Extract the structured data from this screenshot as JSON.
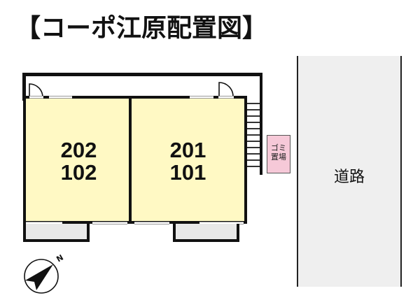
{
  "title": "【コーポ江原配置図】",
  "building": {
    "units": [
      {
        "id": "left-unit",
        "upper": "202",
        "lower": "102"
      },
      {
        "id": "right-unit",
        "upper": "201",
        "lower": "101"
      }
    ],
    "fill_color": "#fff9c4",
    "balcony_color": "#e8e8e8"
  },
  "garbage_area": {
    "line1": "ゴミ",
    "line2": "置場",
    "color": "#f6c9d8"
  },
  "road": {
    "label": "道路",
    "color": "#efefef"
  },
  "compass": {
    "label": "N"
  }
}
